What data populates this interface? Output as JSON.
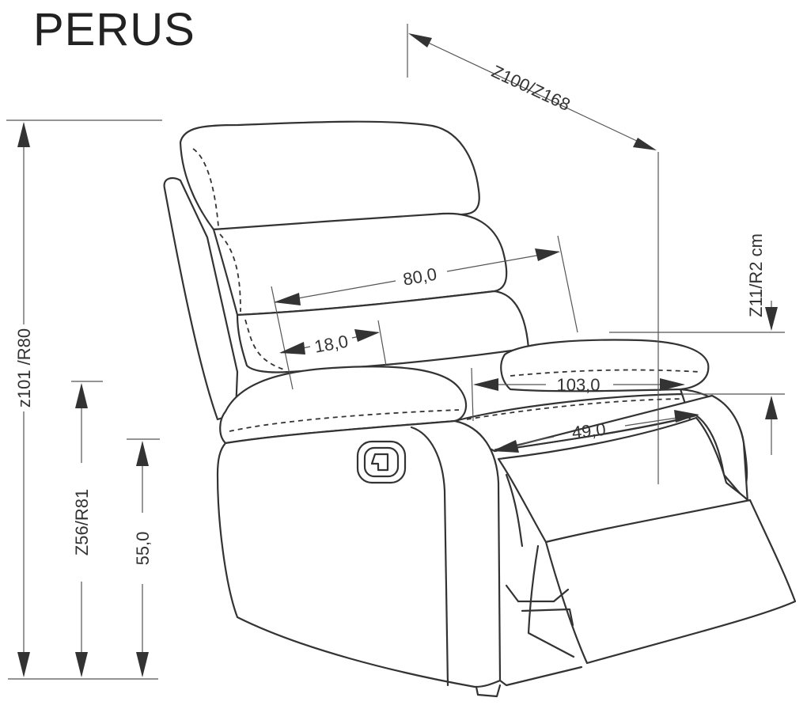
{
  "title": "PERUS",
  "colors": {
    "line": "#333333",
    "background": "#ffffff"
  },
  "dimensions": {
    "depth": "Z100/Z168",
    "total_height": "z101 /R80",
    "seat_height_total": "Z56/R81",
    "seat_height": "55,0",
    "backrest_width": "80,0",
    "armrest_width": "18,0",
    "armrest_thickness": "Z11/R2 cm",
    "total_width": "103,0",
    "seat_width": "49,0"
  }
}
